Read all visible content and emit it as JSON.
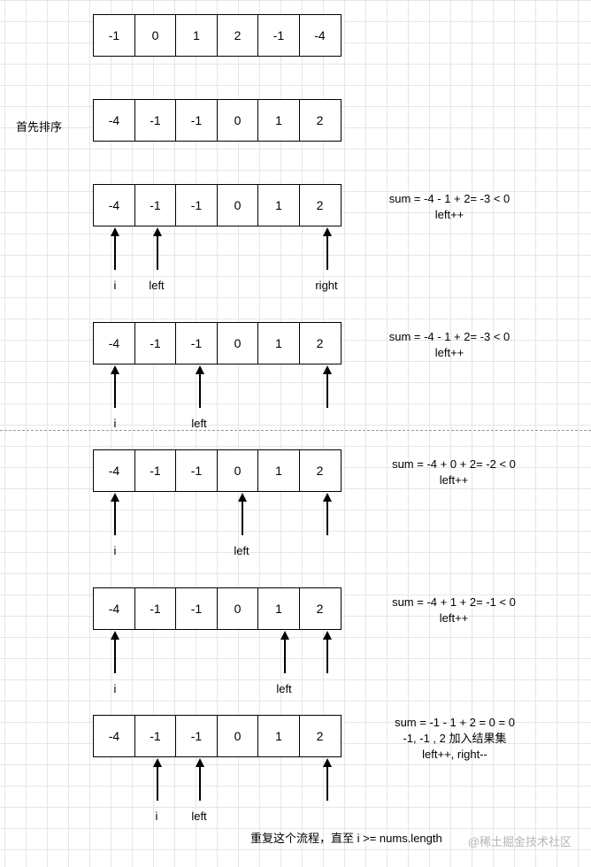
{
  "steps": [
    {
      "cells": [
        "-1",
        "0",
        "1",
        "2",
        "-1",
        "-4"
      ]
    },
    {
      "cells": [
        "-4",
        "-1",
        "-1",
        "0",
        "1",
        "2"
      ],
      "label": "首先排序"
    },
    {
      "cells": [
        "-4",
        "-1",
        "-1",
        "0",
        "1",
        "2"
      ],
      "note": [
        "sum = -4 - 1 + 2= -3 < 0",
        "left++"
      ],
      "pointers": [
        {
          "name": "i",
          "index": 0
        },
        {
          "name": "left",
          "index": 1
        },
        {
          "name": "right",
          "index": 5
        }
      ]
    },
    {
      "cells": [
        "-4",
        "-1",
        "-1",
        "0",
        "1",
        "2"
      ],
      "note": [
        "sum = -4 - 1 + 2= -3 < 0",
        "left++"
      ],
      "pointers": [
        {
          "name": "i",
          "index": 0
        },
        {
          "name": "left",
          "index": 2
        },
        {
          "name": "",
          "index": 5
        }
      ]
    },
    {
      "cells": [
        "-4",
        "-1",
        "-1",
        "0",
        "1",
        "2"
      ],
      "note": [
        "sum = -4 + 0 + 2= -2 < 0",
        "left++"
      ],
      "pointers": [
        {
          "name": "i",
          "index": 0
        },
        {
          "name": "left",
          "index": 3
        },
        {
          "name": "",
          "index": 5
        }
      ]
    },
    {
      "cells": [
        "-4",
        "-1",
        "-1",
        "0",
        "1",
        "2"
      ],
      "note": [
        "sum = -4 + 1 + 2= -1 < 0",
        "left++"
      ],
      "pointers": [
        {
          "name": "i",
          "index": 0
        },
        {
          "name": "left",
          "index": 4
        },
        {
          "name": "",
          "index": 5
        }
      ]
    },
    {
      "cells": [
        "-4",
        "-1",
        "-1",
        "0",
        "1",
        "2"
      ],
      "note": [
        "sum = -1 - 1 + 2 = 0 = 0",
        "-1, -1 , 2 加入结果集",
        "left++, right--"
      ],
      "pointers": [
        {
          "name": "i",
          "index": 1
        },
        {
          "name": "left",
          "index": 2
        },
        {
          "name": "",
          "index": 5
        }
      ]
    }
  ],
  "footer": "重复这个流程，直至 i  >= nums.length",
  "watermark": "@稀土掘金技术社区"
}
